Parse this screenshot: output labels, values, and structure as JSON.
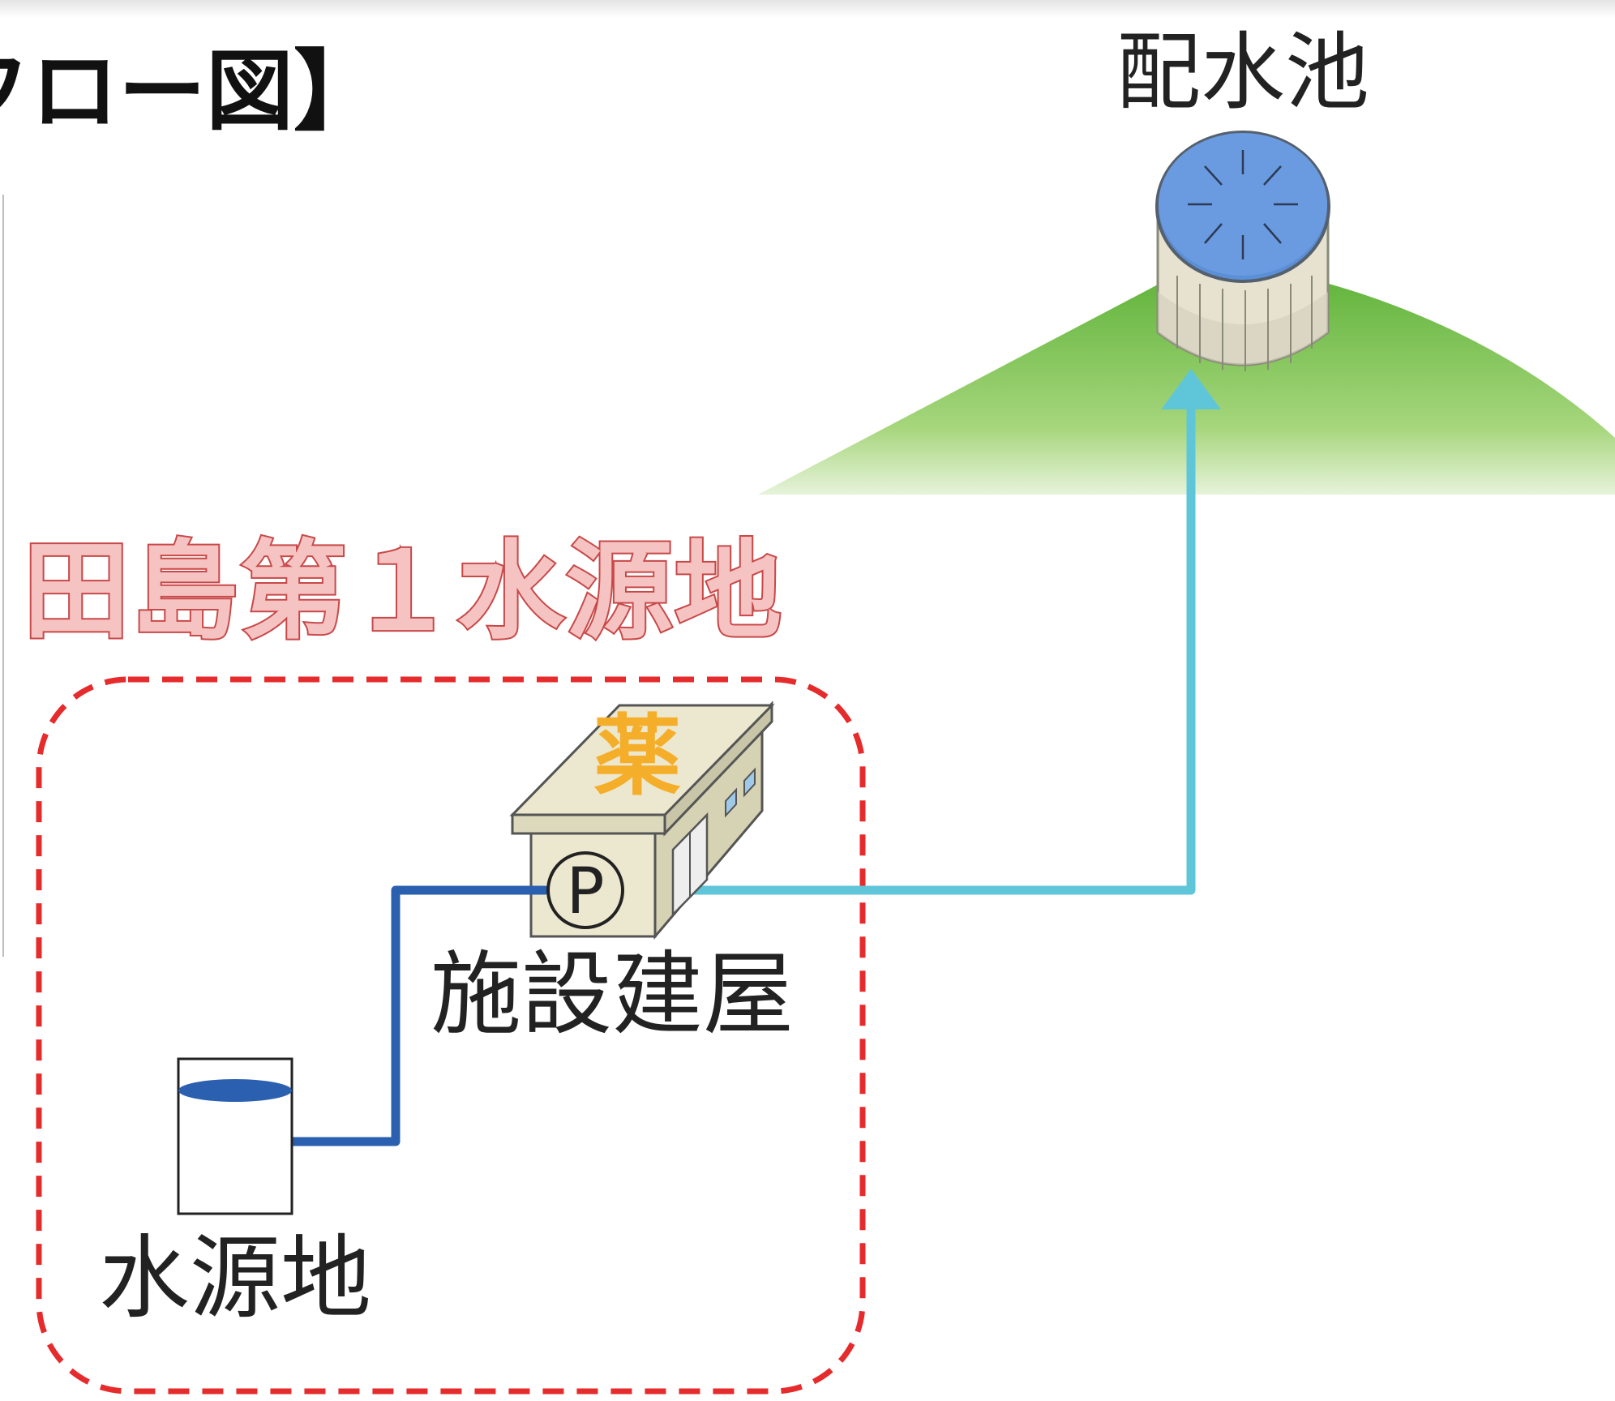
{
  "header": {
    "title": "フロー図】"
  },
  "site": {
    "name": "田島第１水源地"
  },
  "nodes": {
    "reservoir_label": "配水池",
    "building_label": "施設建屋",
    "well_label": "水源地",
    "pump_symbol": "P",
    "chemical_symbol": "薬"
  },
  "colors": {
    "background": "#ffffff",
    "title_text": "#111111",
    "site_name_fill": "#f6c3c3",
    "site_name_stroke": "#c94848",
    "dashed_boundary": "#e52b2b",
    "raw_water_pipe": "#2b5fb0",
    "treated_water_pipe": "#5fc6da",
    "hill": "#7fc24a",
    "tank_top": "#5b8fd6",
    "tank_body": "#e6e2cf",
    "chemical_symbol": "#f5ae2a",
    "building_wall": "#ece8cf",
    "label_text": "#222222"
  }
}
